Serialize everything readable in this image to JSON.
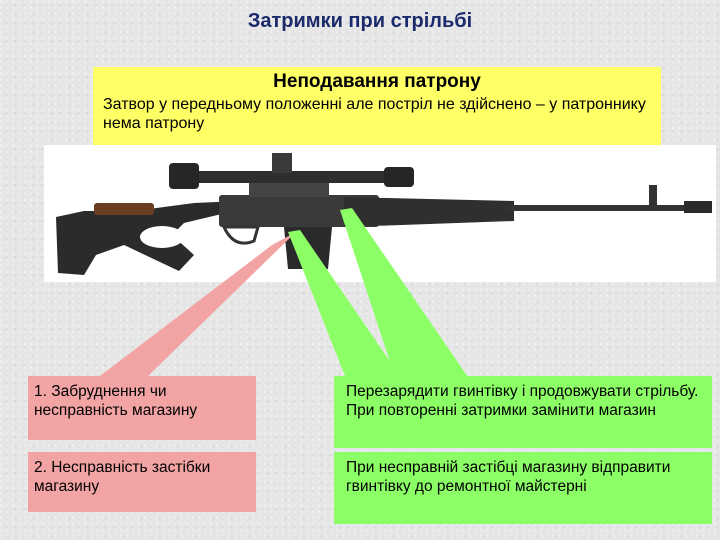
{
  "title": "Затримки при стрільбі",
  "problem": {
    "heading": "Неподавання патрону",
    "description": "Затвор у передньому положенні але постріл не здійснено – у патроннику нема патрону"
  },
  "causes": [
    {
      "text": "1. Забруднення чи несправність магазину"
    },
    {
      "text": "2. Несправність застібки магазину"
    }
  ],
  "remedies": [
    {
      "text": "Перезарядити гвинтівку і продовжувати стрільбу. При повторенні затримки замінити магазин"
    },
    {
      "text": "При несправній застібці магазину відправити гвинтівку до ремонтної майстерні"
    }
  ],
  "colors": {
    "title": "#1a2a6b",
    "problem_box": "#ffff66",
    "cause_box": "#f2a3a3",
    "remedy_box": "#8cff66"
  }
}
